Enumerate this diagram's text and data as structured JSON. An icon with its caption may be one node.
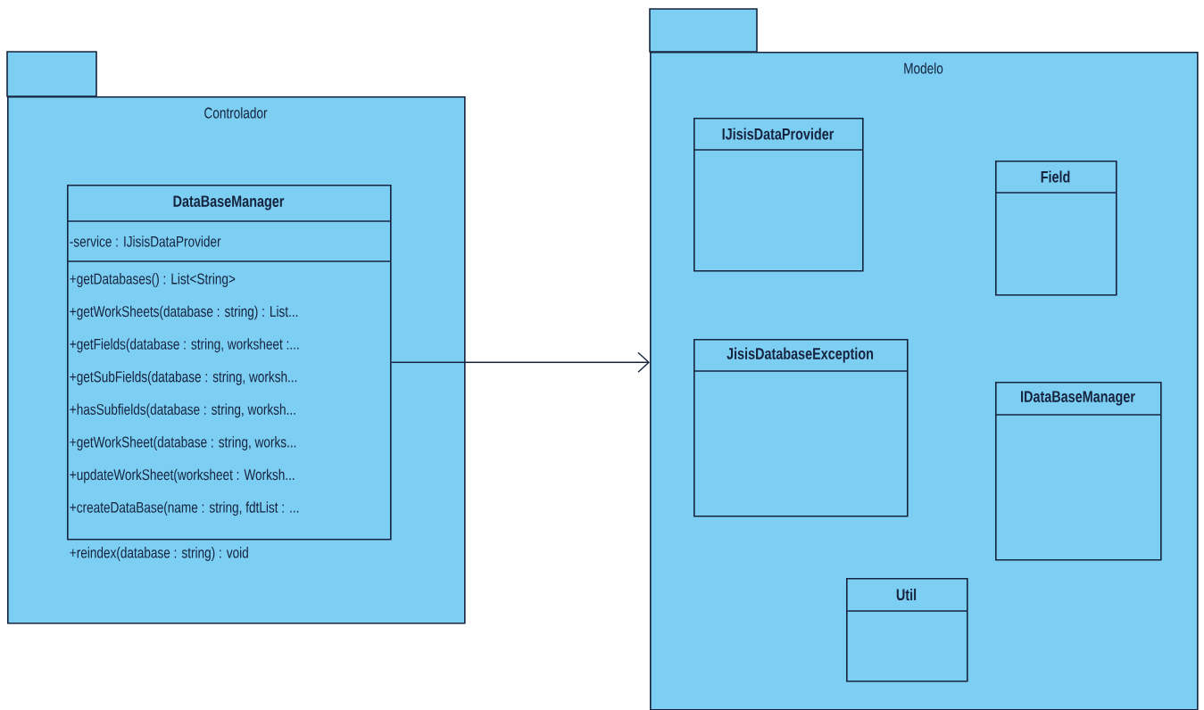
{
  "diagram": {
    "nodes": [
      {
        "text": [
          "Controlador"
        ]
      },
      {
        "text": [
          "DataBaseManager",
          "-service : IJisisDataProvider",
          "+getDatabases() : List<String>",
          "+getWorkSheets(database : string) : List...",
          "+getFields(database : string, worksheet :...",
          "+getSubFields(database : string, worksh...",
          "+hasSubfields(database : string, worksh...",
          "+getWorkSheet(database : string, works...",
          "+updateWorkSheet(worksheet : Worksh...",
          "+createDataBase(name : string, fdtList : ...",
          "+reindex(database : string) : void"
        ],
        "in": 0
      },
      {
        "text": [
          "Modelo"
        ]
      },
      {
        "text": [
          "IJisisDataProvider"
        ],
        "in": 2
      },
      {
        "text": [
          "Field"
        ],
        "in": 2
      },
      {
        "text": [
          "JisisDatabaseException"
        ],
        "in": 2
      },
      {
        "text": [
          "IDataBaseManager"
        ],
        "in": 2
      },
      {
        "text": [
          "Util"
        ],
        "in": 2
      }
    ],
    "edges": [
      {
        "from": 1,
        "to": 2,
        "arrow": "to"
      }
    ]
  }
}
